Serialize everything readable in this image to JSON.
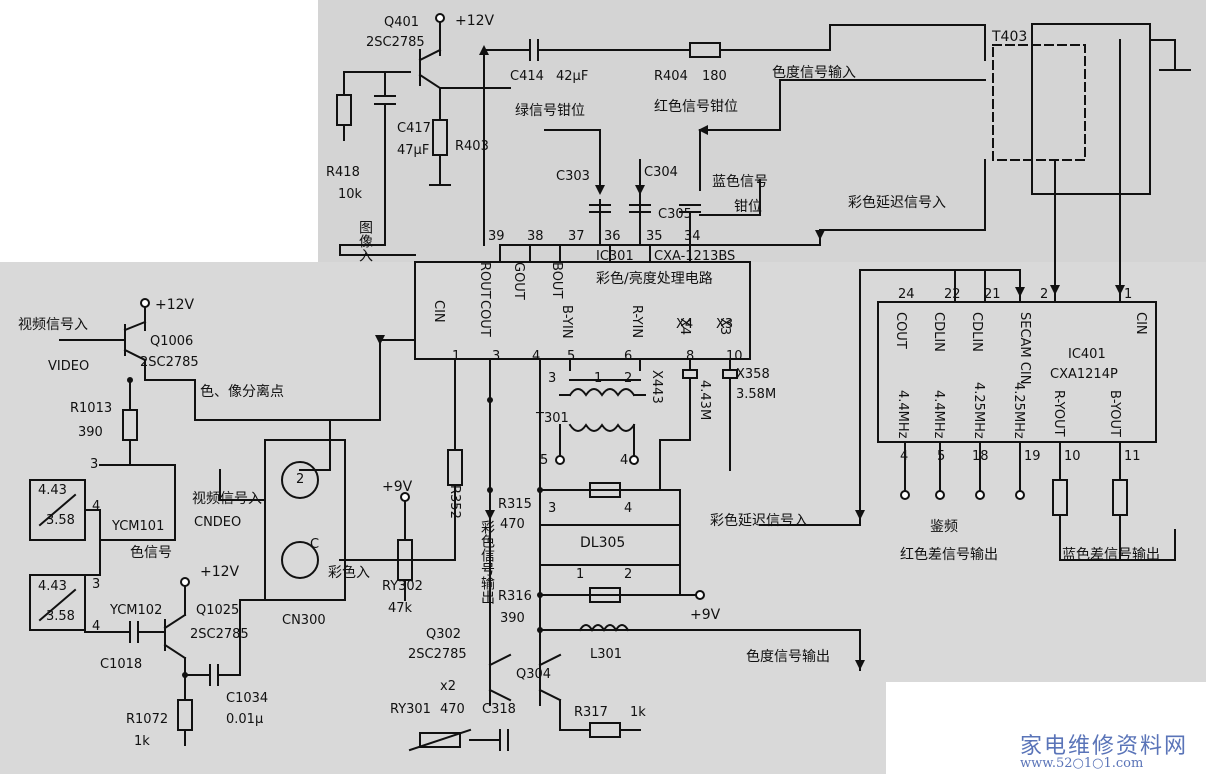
{
  "components": {
    "q401": "Q401",
    "q401_type": "2SC2785",
    "vcc_q401": "+12V",
    "c414": "C414",
    "c414_val": "42μF",
    "r404": "R404",
    "r404_val": "180",
    "c417": "C417",
    "c417_val": "47μF",
    "r418": "R418",
    "r418_val": "10k",
    "r403": "R403",
    "c303": "C303",
    "c304": "C304",
    "c305": "C305",
    "t403": "T403",
    "ic301": "IC301",
    "ic301_type": "CXA-1213BS",
    "ic301_func": "彩色/亮度处理电路",
    "ic401": "IC401",
    "ic401_type": "CXA1214P",
    "q1006": "Q1006",
    "q1006_type": "2SC2785",
    "vcc_q1006": "+12V",
    "r1013": "R1013",
    "r1013_val": "390",
    "ycm101": "YCM101",
    "ycm102": "YCM102",
    "filter_a": "4.43",
    "filter_b": "3.58",
    "q1025": "Q1025",
    "q1025_type": "2SC2785",
    "vcc_q1025": "+12V",
    "c1018": "C1018",
    "c1034": "C1034",
    "c1034_val": "0.01μ",
    "r1072": "R1072",
    "r1072_val": "1k",
    "cn300": "CN300",
    "cn300_pin2": "2",
    "cn300_c": "C",
    "r352": "R352",
    "vcc_9v": "+9V",
    "ry302": "RY302",
    "ry302_val": "47k",
    "q302": "Q302",
    "q302_type": "2SC2785",
    "x2": "x2",
    "ry301": "RY301",
    "ry301_val": "470",
    "c318": "C318",
    "q304": "Q304",
    "r317": "R317",
    "r317_val": "1k",
    "r315": "R315",
    "r315_val": "470",
    "dl305": "DL305",
    "r316": "R316",
    "r316_val": "390",
    "vcc_9v_b": "+9V",
    "l301": "L301",
    "t301": "T301",
    "x443": "X443",
    "x4": "X4",
    "x4_val": "4.43M",
    "x3": "X3",
    "x358": "X358",
    "x3_val": "3.58M"
  },
  "pins_ic301_top": [
    "39",
    "38",
    "37",
    "36",
    "35",
    "34"
  ],
  "pins_ic301_names": [
    "CIN",
    "COUT",
    "ROUT",
    "GOUT",
    "BOUT",
    "B-YIN",
    "R-YIN",
    "X4",
    "X3"
  ],
  "pins_ic301_bottom": [
    "1",
    "3",
    "4",
    "5",
    "6",
    "8",
    "10"
  ],
  "pins_ic401_top": [
    "24",
    "22",
    "21",
    "2",
    "1"
  ],
  "pins_ic401_names": [
    "COUT",
    "CDLIN",
    "CDLIN",
    "SECAM CIN",
    "CIN",
    "R-YOUT",
    "B-YOUT"
  ],
  "freqs_ic401": [
    "4.4MHz",
    "4.4MHz",
    "4.25MHz",
    "4.25MHz"
  ],
  "pins_ic401_bottom": [
    "4",
    "5",
    "18",
    "19",
    "10",
    "11"
  ],
  "pins_t301": [
    "3",
    "1",
    "2",
    "5",
    "4"
  ],
  "pins_dl305": [
    "3",
    "4",
    "1",
    "2"
  ],
  "labels": {
    "chroma_in": "色度信号输入",
    "green_clamp": "绿信号钳位",
    "red_clamp": "红色信号钳位",
    "blue_clamp_1": "蓝色信号",
    "blue_clamp_2": "钳位",
    "color_delay_in": "彩色延迟信号入",
    "image_in": "图像入",
    "video_in": "视频信号入",
    "video": "VIDEO",
    "sep_point": "色、像分离点",
    "video_in_2": "视频信号入",
    "cndeo": "CNDEO",
    "color_sig": "色信号",
    "color_in": "彩色入",
    "color_out": "彩色信号输出",
    "color_delay_in_2": "彩色延迟信号入",
    "jianpin": "鉴频",
    "red_diff_out": "红色差信号输出",
    "blue_diff_out": "蓝色差信号输出",
    "chroma_out": "色度信号输出"
  },
  "watermark": {
    "line1": "家电维修资料网",
    "line2": "www.52○1○1.com"
  },
  "colors": {
    "ink": "#111111",
    "scan_gray": "#d9d9d9",
    "watermark": "#5a74b8"
  }
}
